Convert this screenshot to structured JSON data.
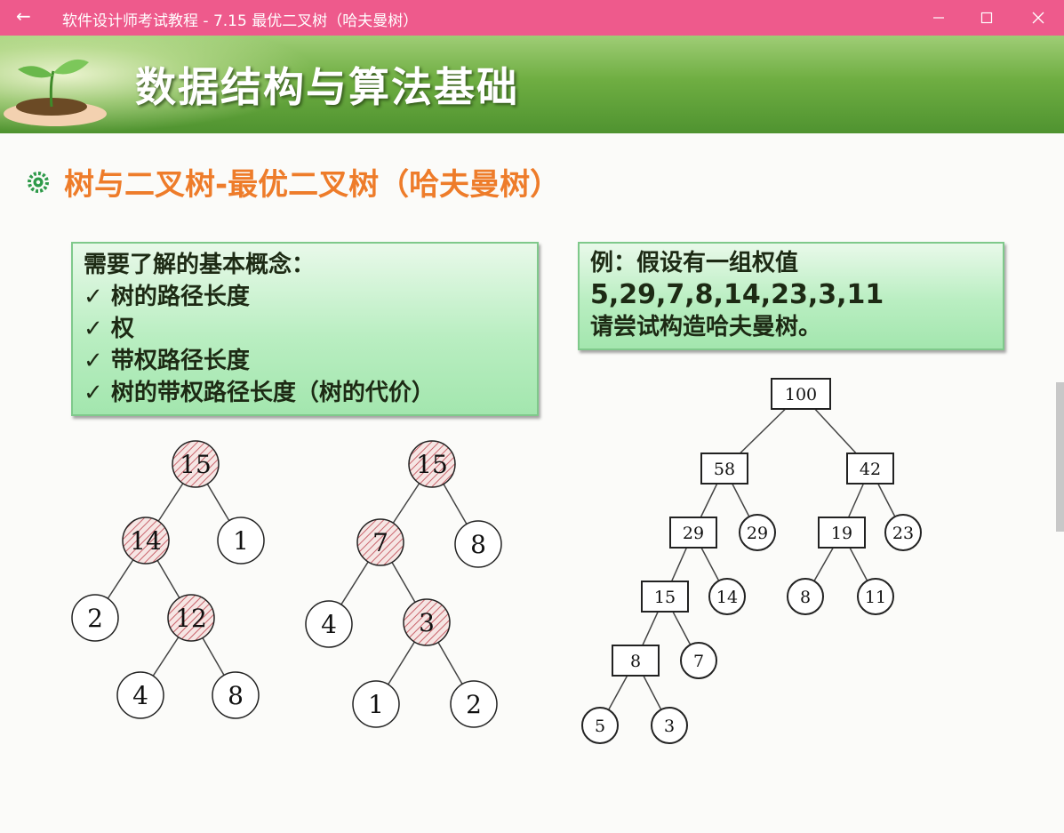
{
  "window": {
    "title": "软件设计师考试教程 - 7.15  最优二叉树（哈夫曼树）",
    "back_icon": "←",
    "minimize_icon": "—",
    "maximize_icon": "☐",
    "close_icon": "✕"
  },
  "slide": {
    "banner_title": "数据结构与算法基础",
    "heading": "树与二叉树-最优二叉树（哈夫曼树）",
    "concepts": {
      "lines": [
        "需要了解的基本概念：",
        "✓ 树的路径长度",
        "✓ 权",
        "✓ 带权路径长度",
        "✓ 树的带权路径长度（树的代价）"
      ]
    },
    "example": {
      "lines": [
        "例：假设有一组权值",
        "5,29,7,8,14,23,3,11",
        "请尝试构造哈夫曼树。"
      ]
    },
    "tree1": [
      "15",
      "14",
      "1",
      "2",
      "12",
      "4",
      "8"
    ],
    "tree2": [
      "15",
      "7",
      "8",
      "4",
      "3",
      "1",
      "2"
    ],
    "huffman": [
      "100",
      "58",
      "42",
      "29",
      "29",
      "19",
      "23",
      "15",
      "14",
      "8",
      "11",
      "8",
      "7",
      "5",
      "3"
    ]
  },
  "colors": {
    "titlebar": "#ee5a8c",
    "heading": "#ee7c2a",
    "hatch": "#c9636b",
    "box_border": "#7fc98b"
  }
}
